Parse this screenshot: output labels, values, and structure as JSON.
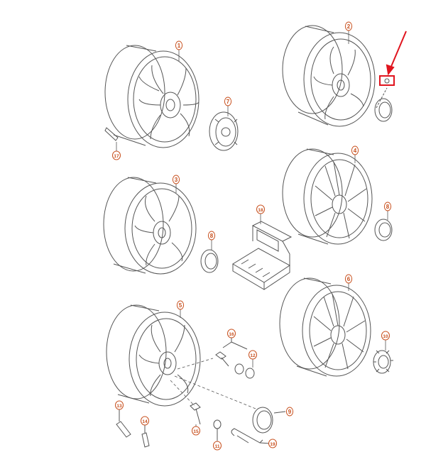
{
  "diagram": {
    "callouts": [
      {
        "id": "wheel-1",
        "label": "1"
      },
      {
        "id": "wheel-2",
        "label": "2"
      },
      {
        "id": "wheel-3",
        "label": "3"
      },
      {
        "id": "wheel-4",
        "label": "4"
      },
      {
        "id": "wheel-5",
        "label": "5"
      },
      {
        "id": "wheel-6",
        "label": "6"
      },
      {
        "id": "cap-7",
        "label": "7"
      },
      {
        "id": "cap-8a",
        "label": "8"
      },
      {
        "id": "cap-8b",
        "label": "8"
      },
      {
        "id": "cap-9",
        "label": "9"
      },
      {
        "id": "cap-10",
        "label": "10"
      },
      {
        "id": "bolt-11",
        "label": "11"
      },
      {
        "id": "part-12",
        "label": "12"
      },
      {
        "id": "valve-13",
        "label": "13"
      },
      {
        "id": "valve-14",
        "label": "14"
      },
      {
        "id": "bolt-15",
        "label": "15"
      },
      {
        "id": "group-16",
        "label": "16"
      },
      {
        "id": "clip-17",
        "label": "17"
      },
      {
        "id": "case-18",
        "label": "18"
      },
      {
        "id": "hook-19",
        "label": "19"
      }
    ],
    "colors": {
      "line": "#555555",
      "callout": "#c8501e",
      "highlight": "#e0141e"
    }
  }
}
